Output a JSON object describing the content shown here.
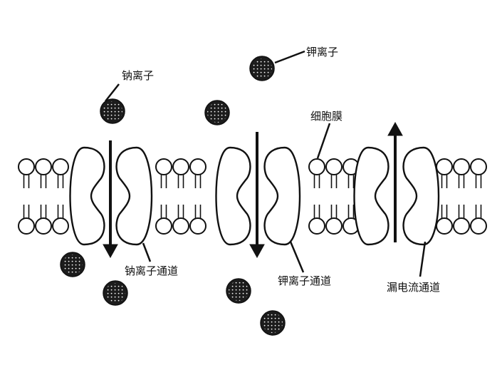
{
  "labels": {
    "sodium_ion": "钠离子",
    "potassium_ion": "钾离子",
    "cell_membrane": "细胞膜",
    "sodium_channel": "钠离子通道",
    "potassium_channel": "钾离子通道",
    "leak_channel": "漏电流通道"
  },
  "colors": {
    "ion_fill": "#1c1c1c",
    "ion_dots": "#ffffff",
    "line": "#111111",
    "background": "#ffffff"
  },
  "arrows": {
    "sodium_channel": "down",
    "potassium_channel": "down",
    "leak_channel": "up"
  }
}
